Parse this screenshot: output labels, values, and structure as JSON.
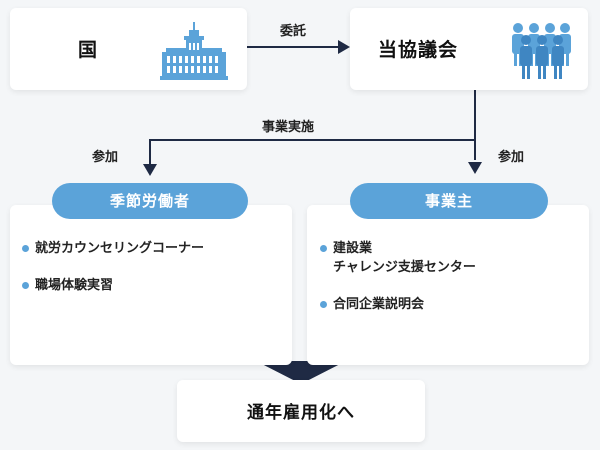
{
  "nodes": {
    "kuni": {
      "label": "国",
      "icon": "government-building-icon"
    },
    "kyokai": {
      "label": "当協議会",
      "icon": "people-group-icon"
    },
    "result": {
      "label": "通年雇用化へ"
    }
  },
  "edges": {
    "itaku": "委託",
    "jigyo_jisshi": "事業実施",
    "sanka_left": "参加",
    "sanka_right": "参加"
  },
  "groups": {
    "seasonal_workers": {
      "title": "季節労働者",
      "items": [
        "就労カウンセリングコーナー",
        "職場体験実習"
      ]
    },
    "employers": {
      "title": "事業主",
      "items": [
        "建設業\nチャレンジ支援センター",
        "合同企業説明会"
      ]
    }
  },
  "colors": {
    "accent": "#5ba3d9",
    "line": "#1f2a44",
    "card": "#ffffff",
    "background": "#f4f6f8"
  }
}
